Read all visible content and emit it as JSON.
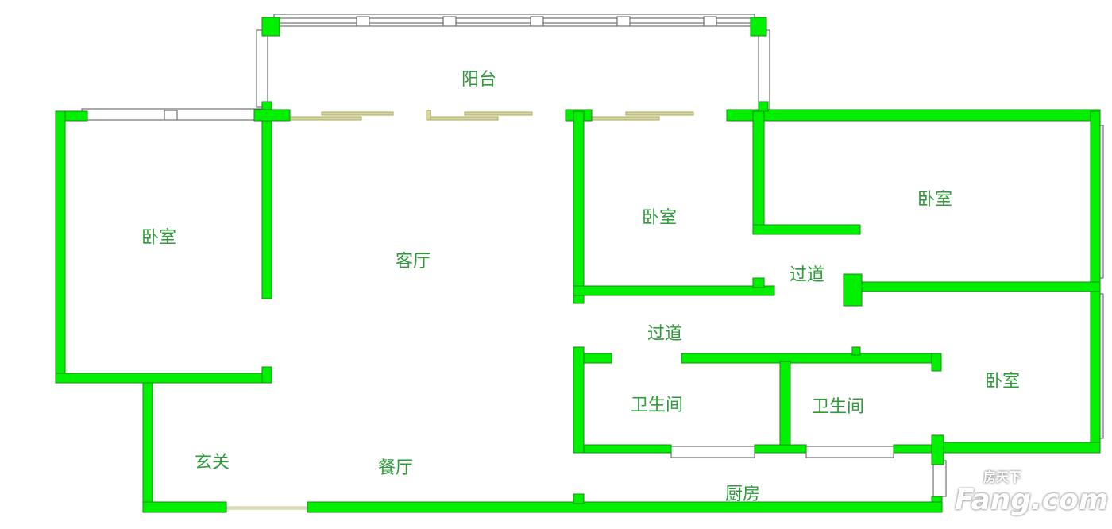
{
  "colors": {
    "wall": "#00f000",
    "label": "#2f9a3a"
  },
  "rooms": {
    "balcony": "阳台",
    "bedroom_left": "卧室",
    "living_room": "客厅",
    "bedroom_middle": "卧室",
    "bedroom_upper_right": "卧室",
    "corridor_right": "过道",
    "corridor_center": "过道",
    "bathroom_1": "卫生间",
    "bathroom_2": "卫生间",
    "bedroom_lower_right": "卧室",
    "entrance": "玄关",
    "dining_room": "餐厅",
    "kitchen": "厨房"
  },
  "watermark": {
    "cn": "房天下",
    "en": "Fang.com"
  }
}
